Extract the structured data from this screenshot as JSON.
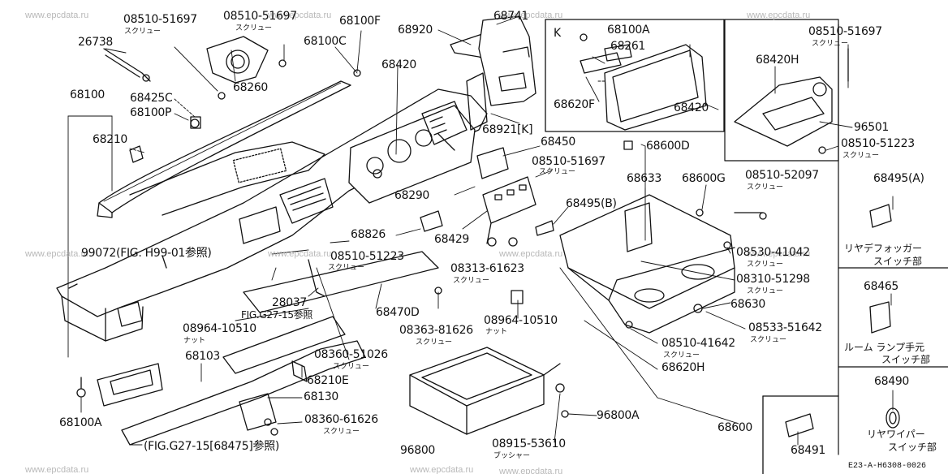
{
  "watermarks": [
    "www.epcdata.ru"
  ],
  "drawing_code": "E23-A-H6308-0026",
  "subnote_screw": "スクリュー",
  "subnote_nut": "ナット",
  "subnote_bushing": "ブッシャー",
  "section_k": "K",
  "parts": {
    "p26738": "26738",
    "p68100": "68100",
    "p68210": "68210",
    "p68425C": "68425C",
    "p68100P": "68100P",
    "p08510_51697_a": "08510-51697",
    "p68260": "68260",
    "p08510_51697_b": "08510-51697",
    "p68100C": "68100C",
    "p68100F": "68100F",
    "p68920": "68920",
    "p68741": "68741",
    "p68420": "68420",
    "p68921K": "68921[K]",
    "p68450": "68450",
    "p08510_51697_c": "08510-51697",
    "p68290": "68290",
    "p68429": "68429",
    "p68495B": "68495(B)",
    "p68826": "68826",
    "p99072": "99072(FIG. H99-01参照)",
    "p08510_51223_a": "08510-51223",
    "p08313_61623": "08313-61623",
    "p28037": "28037",
    "pFIG_G27_15": "FIG.G27-15参照",
    "p68470D": "68470D",
    "p08964_10510_a": "08964-10510",
    "p08363_81626": "08363-81626",
    "p08964_10510_b": "08964-10510",
    "p68103": "68103",
    "p08360_51026": "08360-51026",
    "p68210E": "68210E",
    "p68130": "68130",
    "p08360_61626": "08360-61626",
    "p68100A": "68100A",
    "pFIG_G27_68475": "(FIG.G27-15[68475]参照)",
    "p96800": "96800",
    "p96800A": "96800A",
    "p08915_53610": "08915-53610",
    "k_68100A": "68100A",
    "k_68261": "68261",
    "k_68620F": "68620F",
    "k_68420": "68420",
    "h_08510_51697": "08510-51697",
    "h_68420H": "68420H",
    "h_96501": "96501",
    "h_08510_51223": "08510-51223",
    "p68600D": "68600D",
    "p68633": "68633",
    "p68600G": "68600G",
    "p08510_52097": "08510-52097",
    "p08530_41042": "08530-41042",
    "p08310_51298": "08310-51298",
    "p68630": "68630",
    "p08533_51642": "08533-51642",
    "p08510_41642": "08510-41642",
    "p68620H": "68620H",
    "p68600": "68600",
    "r_68495A": "68495(A)",
    "r_rear_defogger": "リヤデフォッガー",
    "r_switch_a": "スイッチ部",
    "r_68465": "68465",
    "r_room_lamp": "ルーム ランプ手元",
    "r_switch_b": "スイッチ部",
    "r_68490": "68490",
    "r_rear_wiper": "リヤワイパー",
    "r_switch_c": "スイッチ部",
    "r_68491": "68491"
  }
}
